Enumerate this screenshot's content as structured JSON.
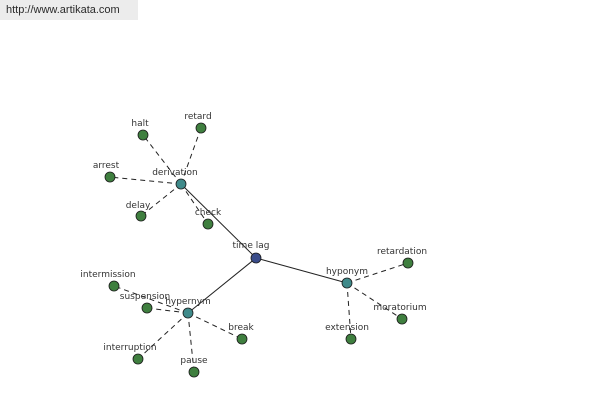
{
  "source_url": "http://www.artikata.com",
  "colors": {
    "center_node": "#3a4c8a",
    "relation_node": "#3f8a8a",
    "leaf_node": "#3f7f3f",
    "edge": "#222222"
  },
  "nodes": [
    {
      "id": "center",
      "label": "time lag",
      "kind": "center"
    },
    {
      "id": "derivation",
      "label": "derivation",
      "kind": "relation"
    },
    {
      "id": "hypernym",
      "label": "hypernym",
      "kind": "relation"
    },
    {
      "id": "hyponym",
      "label": "hyponym",
      "kind": "relation"
    },
    {
      "id": "halt",
      "label": "halt",
      "kind": "leaf"
    },
    {
      "id": "retard",
      "label": "retard",
      "kind": "leaf"
    },
    {
      "id": "arrest",
      "label": "arrest",
      "kind": "leaf"
    },
    {
      "id": "delay",
      "label": "delay",
      "kind": "leaf"
    },
    {
      "id": "check",
      "label": "check",
      "kind": "leaf"
    },
    {
      "id": "intermission",
      "label": "intermission",
      "kind": "leaf"
    },
    {
      "id": "suspension",
      "label": "suspension",
      "kind": "leaf"
    },
    {
      "id": "break",
      "label": "break",
      "kind": "leaf"
    },
    {
      "id": "interruption",
      "label": "interruption",
      "kind": "leaf"
    },
    {
      "id": "pause",
      "label": "pause",
      "kind": "leaf"
    },
    {
      "id": "retardation",
      "label": "retardation",
      "kind": "leaf"
    },
    {
      "id": "moratorium",
      "label": "moratorium",
      "kind": "leaf"
    },
    {
      "id": "extension",
      "label": "extension",
      "kind": "leaf"
    }
  ],
  "edges": [
    {
      "from": "center",
      "to": "derivation",
      "style": "solid"
    },
    {
      "from": "center",
      "to": "hypernym",
      "style": "solid"
    },
    {
      "from": "center",
      "to": "hyponym",
      "style": "solid"
    },
    {
      "from": "derivation",
      "to": "halt",
      "style": "dashed"
    },
    {
      "from": "derivation",
      "to": "retard",
      "style": "dashed"
    },
    {
      "from": "derivation",
      "to": "arrest",
      "style": "dashed"
    },
    {
      "from": "derivation",
      "to": "delay",
      "style": "dashed"
    },
    {
      "from": "derivation",
      "to": "check",
      "style": "dashed"
    },
    {
      "from": "hypernym",
      "to": "intermission",
      "style": "dashed"
    },
    {
      "from": "hypernym",
      "to": "suspension",
      "style": "dashed"
    },
    {
      "from": "hypernym",
      "to": "break",
      "style": "dashed"
    },
    {
      "from": "hypernym",
      "to": "interruption",
      "style": "dashed"
    },
    {
      "from": "hypernym",
      "to": "pause",
      "style": "dashed"
    },
    {
      "from": "hyponym",
      "to": "retardation",
      "style": "dashed"
    },
    {
      "from": "hyponym",
      "to": "moratorium",
      "style": "dashed"
    },
    {
      "from": "hyponym",
      "to": "extension",
      "style": "dashed"
    }
  ]
}
